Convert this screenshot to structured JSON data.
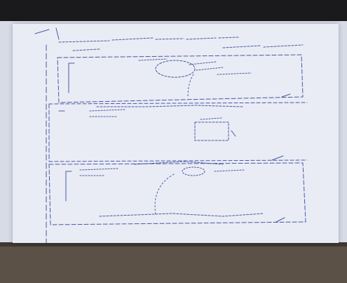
{
  "image": {
    "kind": "photo of hand-drawn wireframe sketch on paper",
    "paper_color": "#e9ecf4",
    "ink_color": "#2f3f9a",
    "background_top": "#1a1a1c",
    "table_color": "#5b5146"
  },
  "sketch": {
    "text_legible": false,
    "panels": [
      "panel-top",
      "panel-middle",
      "panel-bottom"
    ]
  }
}
